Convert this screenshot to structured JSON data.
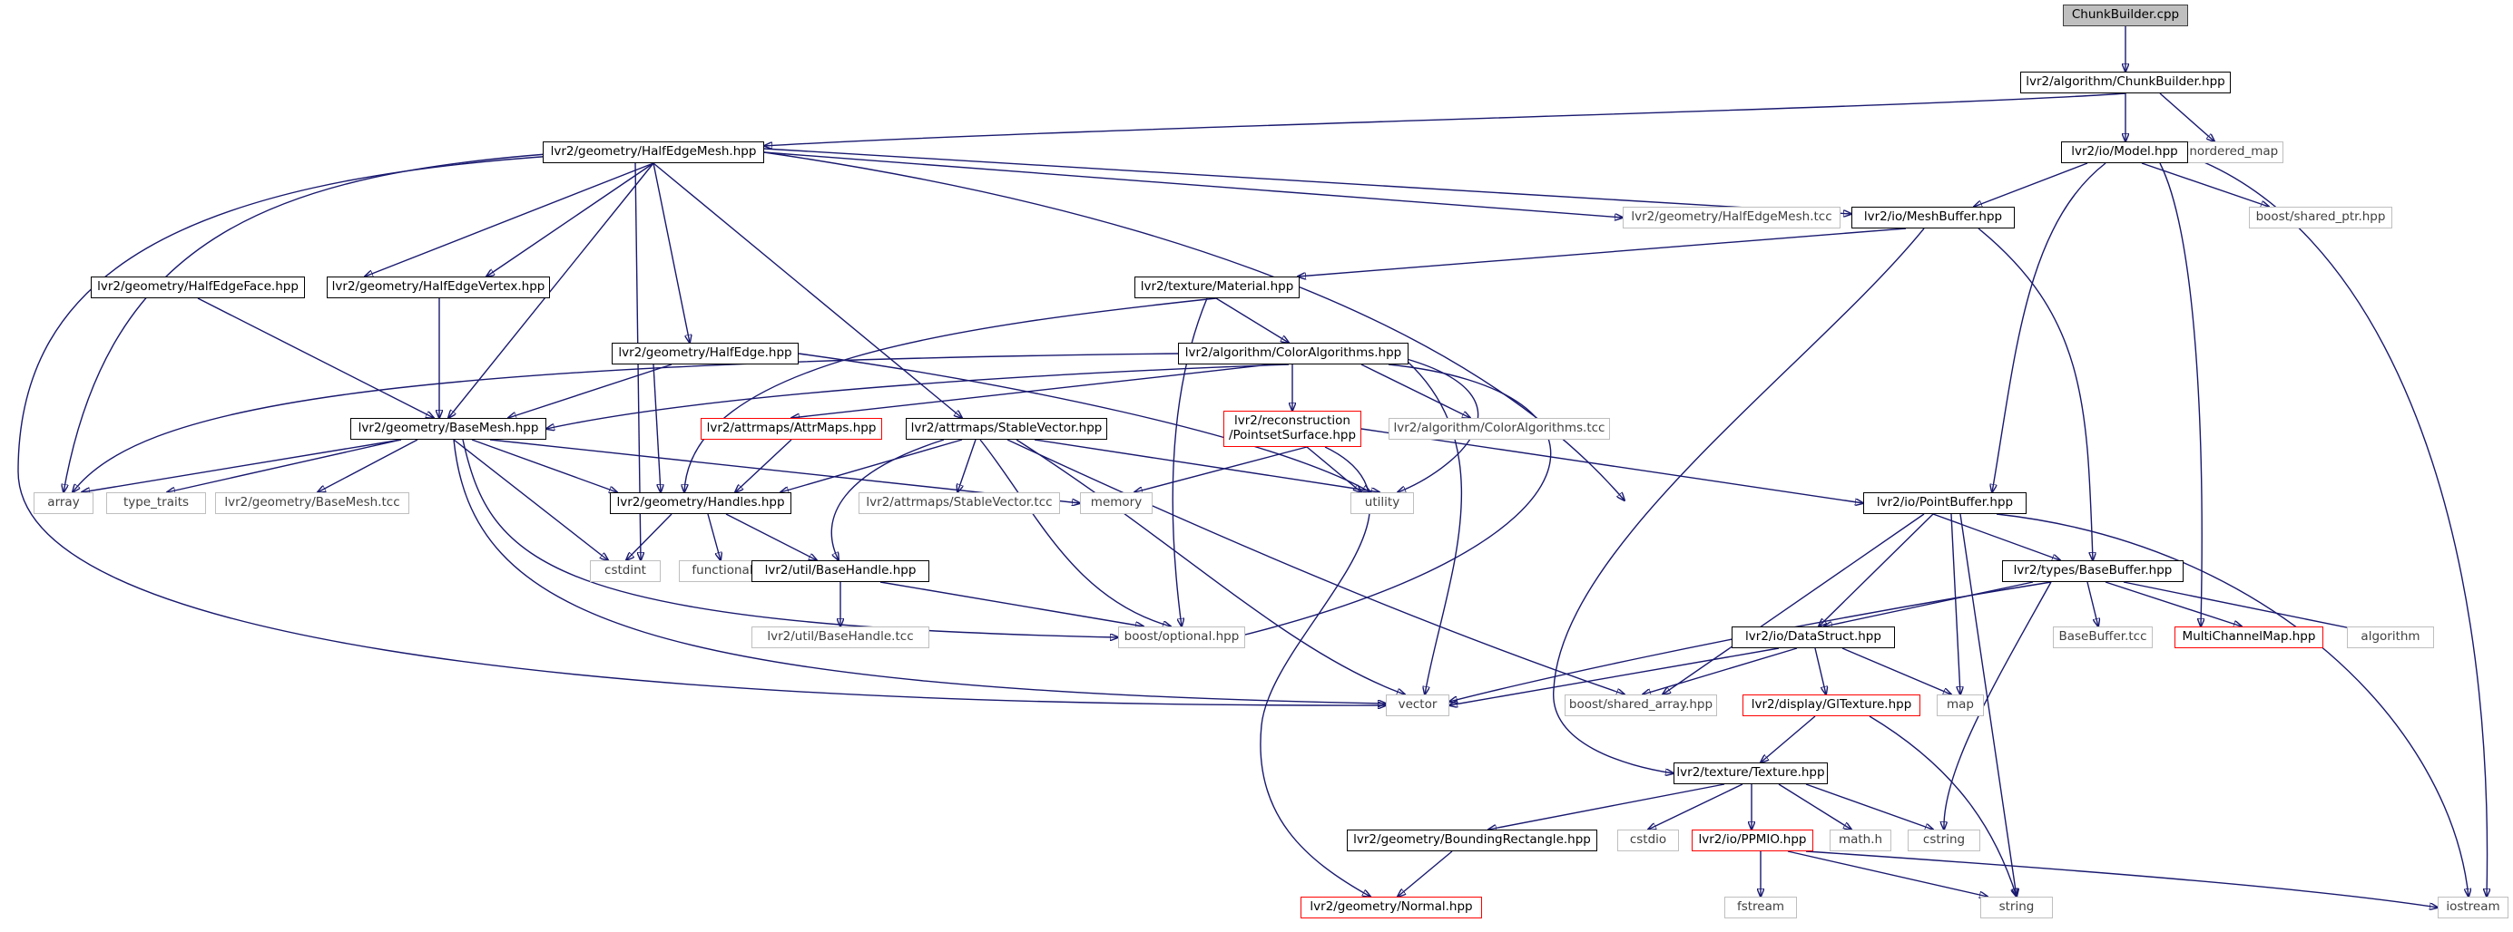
{
  "graph": {
    "edge_color": "#191970",
    "nodes": {
      "root": "ChunkBuilder.cpp",
      "chunkbuilder_hpp": "lvr2/algorithm/ChunkBuilder.hpp",
      "halfedgemesh_hpp": "lvr2/geometry/HalfEdgeMesh.hpp",
      "unordered_map": "unordered_map",
      "model_hpp": "lvr2/io/Model.hpp",
      "halfedgemesh_tcc": "lvr2/geometry/HalfEdgeMesh.tcc",
      "meshbuffer_hpp": "lvr2/io/MeshBuffer.hpp",
      "shared_ptr_hpp": "boost/shared_ptr.hpp",
      "halfedgeface_hpp": "lvr2/geometry/HalfEdgeFace.hpp",
      "halfedgevertex_hpp": "lvr2/geometry/HalfEdgeVertex.hpp",
      "material_hpp": "lvr2/texture/Material.hpp",
      "halfedge_hpp": "lvr2/geometry/HalfEdge.hpp",
      "coloralgorithms_hpp": "lvr2/algorithm/ColorAlgorithms.hpp",
      "basemesh_hpp": "lvr2/geometry/BaseMesh.hpp",
      "attrmaps_hpp": "lvr2/attrmaps/AttrMaps.hpp",
      "stablevector_hpp": "lvr2/attrmaps/StableVector.hpp",
      "pointsetsurface_hpp_1": "lvr2/reconstruction",
      "pointsetsurface_hpp_2": "/PointsetSurface.hpp",
      "coloralgorithms_tcc": "lvr2/algorithm/ColorAlgorithms.tcc",
      "array": "array",
      "type_traits": "type_traits",
      "basemesh_tcc": "lvr2/geometry/BaseMesh.tcc",
      "handles_hpp": "lvr2/geometry/Handles.hpp",
      "stablevector_tcc": "lvr2/attrmaps/StableVector.tcc",
      "memory": "memory",
      "utility": "utility",
      "pointbuffer_hpp": "lvr2/io/PointBuffer.hpp",
      "cstdint": "cstdint",
      "functional": "functional",
      "basehandle_hpp": "lvr2/util/BaseHandle.hpp",
      "basebuffer_hpp": "lvr2/types/BaseBuffer.hpp",
      "basehandle_tcc": "lvr2/util/BaseHandle.tcc",
      "optional_hpp": "boost/optional.hpp",
      "datastruct_hpp": "lvr2/io/DataStruct.hpp",
      "basebuffer_tcc": "BaseBuffer.tcc",
      "multichannelmap_hpp": "MultiChannelMap.hpp",
      "algorithm": "algorithm",
      "vector": "vector",
      "shared_array_hpp": "boost/shared_array.hpp",
      "gltexture_hpp": "lvr2/display/GlTexture.hpp",
      "map": "map",
      "texture_hpp": "lvr2/texture/Texture.hpp",
      "boundingrectangle_hpp": "lvr2/geometry/BoundingRectangle.hpp",
      "cstdio": "cstdio",
      "ppmio_hpp": "lvr2/io/PPMIO.hpp",
      "math_h": "math.h",
      "cstring": "cstring",
      "normal_hpp": "lvr2/geometry/Normal.hpp",
      "fstream": "fstream",
      "string": "string",
      "iostream": "iostream"
    }
  }
}
